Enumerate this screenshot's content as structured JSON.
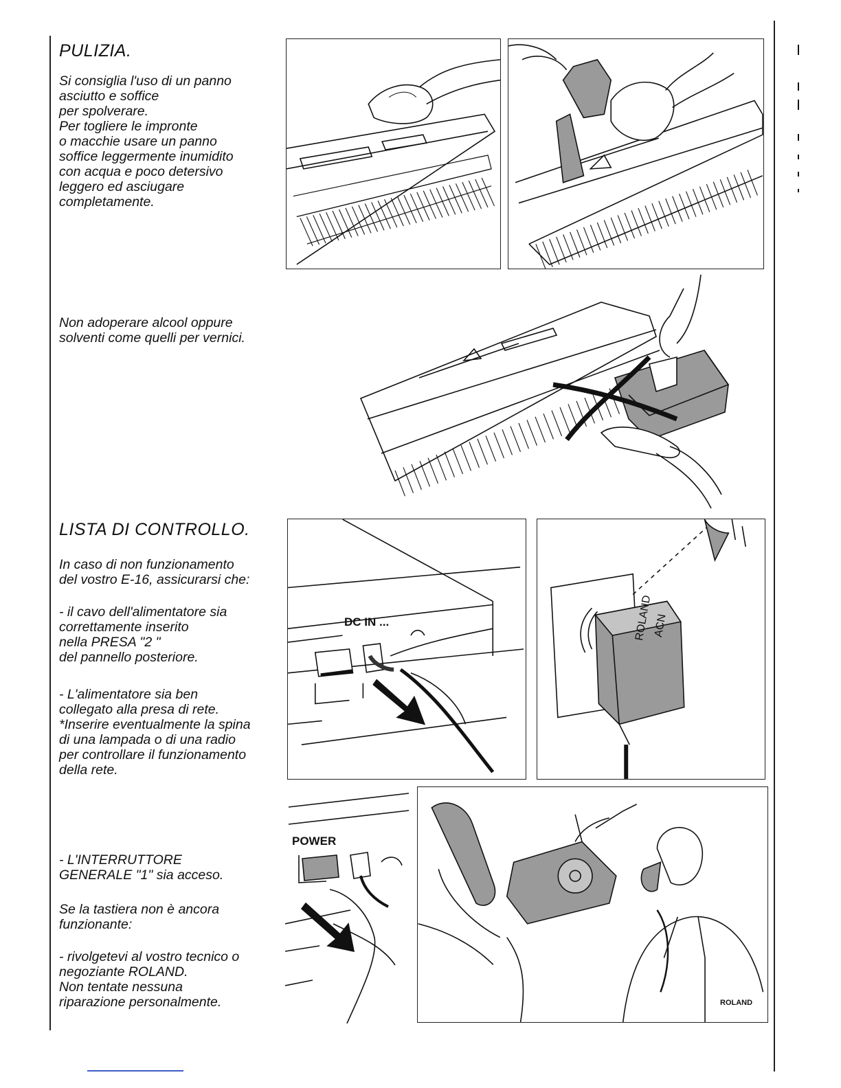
{
  "sections": {
    "cleaning": {
      "title": "PULIZIA.",
      "intro_lines": [
        "Si consiglia l'uso di un panno",
        "asciutto e soffice",
        "per spolverare.",
        "Per togliere le impronte",
        "o macchie usare un panno",
        "soffice  leggermente inumidito",
        "con acqua e poco detersivo",
        "leggero ed asciugare",
        "completamente."
      ],
      "warning_lines": [
        "Non adoperare alcool oppure",
        "solventi come quelli per vernici."
      ]
    },
    "checklist": {
      "title": "LISTA DI CONTROLLO.",
      "intro_lines": [
        "In caso di non funzionamento",
        "del vostro E-16, assicurarsi che:"
      ],
      "item1_lines": [
        "- il cavo dell'alimentatore  sia",
        "correttamente inserito",
        "nella PRESA \"2 \"",
        "del pannello posteriore."
      ],
      "item2_lines": [
        "- L'alimentatore sia ben",
        "collegato alla presa di rete.",
        "*Inserire eventualmente la spina",
        "di una lampada o di una radio",
        "per controllare il funzionamento",
        "della rete."
      ],
      "item3_lines": [
        "- L'INTERRUTTORE",
        "GENERALE \"1\"  sia acceso."
      ],
      "note_lines": [
        "Se la tastiera non è ancora",
        "funzionante:"
      ],
      "item4_lines": [
        "- rivolgetevi al vostro tecnico o",
        "negoziante ROLAND.",
        "Non tentate nessuna",
        "riparazione personalmente."
      ]
    }
  },
  "illustrations": {
    "dc_in_label": "DC IN ...",
    "power_label": "POWER",
    "adapter_brand": "ROLAND",
    "adapter_sub": "ACN",
    "technician_brand": "ROLAND"
  },
  "colors": {
    "ink": "#111111",
    "shade": "#9a9a9a",
    "accent_bar": "#3b5bc9"
  }
}
